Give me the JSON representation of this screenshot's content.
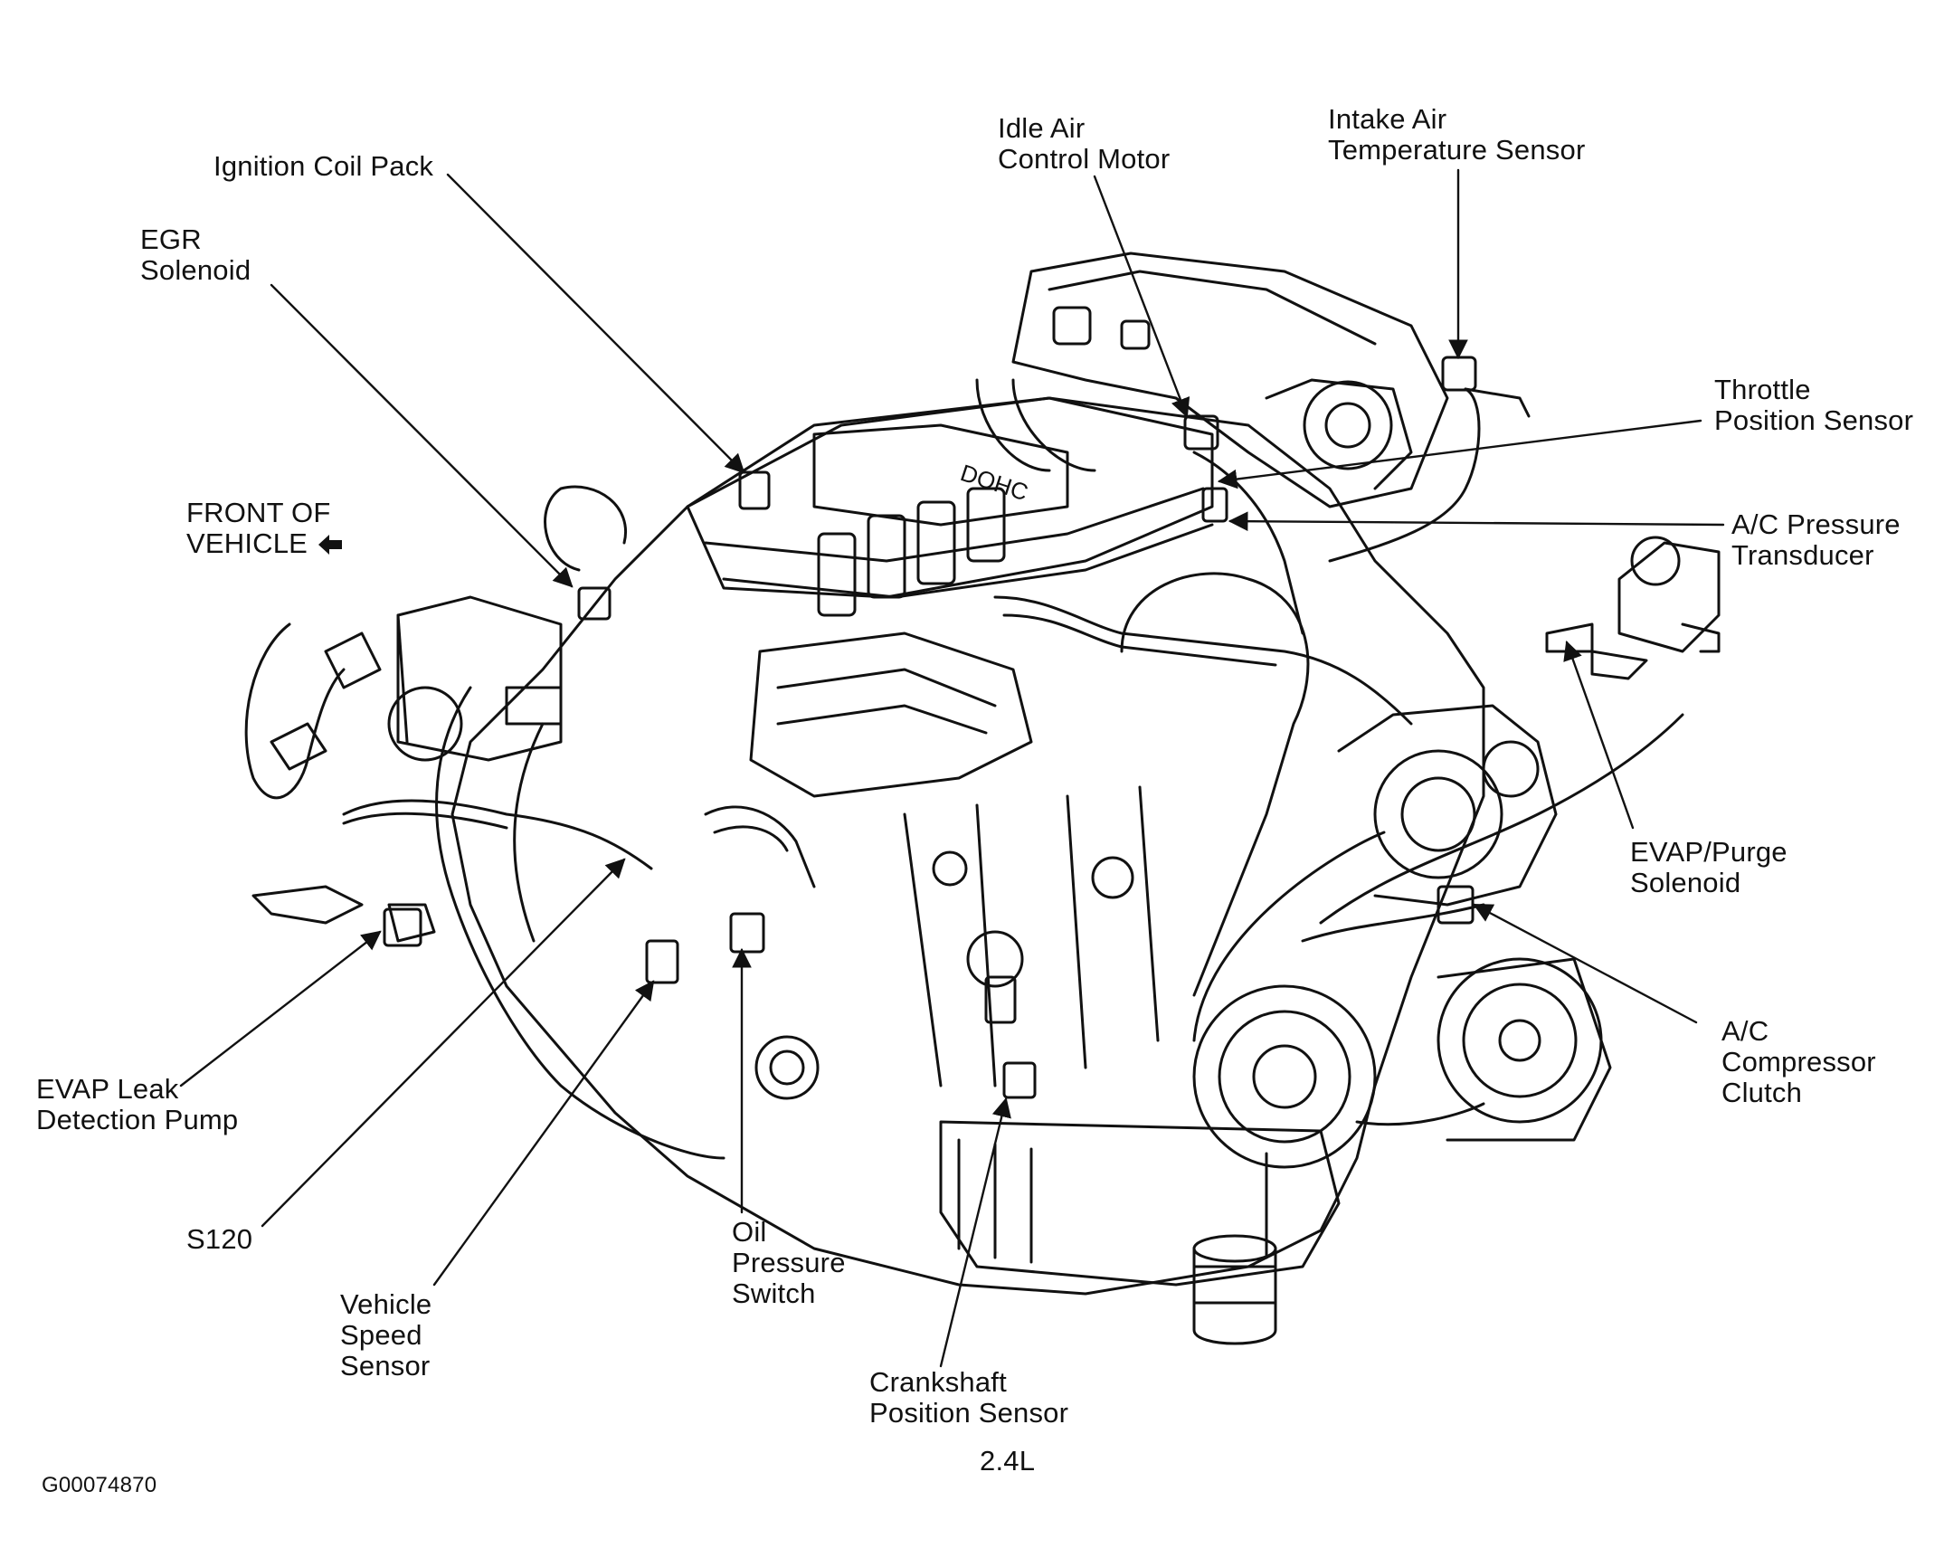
{
  "labels": {
    "ignition_coil_pack": "Ignition Coil Pack",
    "egr_solenoid": "EGR\nSolenoid",
    "front_of_vehicle": "FRONT OF\nVEHICLE",
    "idle_air_control_motor": "Idle Air\nControl Motor",
    "intake_air_temperature_sensor": "Intake Air\nTemperature Sensor",
    "throttle_position_sensor": "Throttle\nPosition Sensor",
    "ac_pressure_transducer": "A/C Pressure\nTransducer",
    "evap_purge_solenoid": "EVAP/Purge\nSolenoid",
    "ac_compressor_clutch": "A/C\nCompressor\nClutch",
    "evap_leak_detection_pump": "EVAP Leak\nDetection Pump",
    "s120": "S120",
    "vehicle_speed_sensor": "Vehicle\nSpeed\nSensor",
    "oil_pressure_switch": "Oil\nPressure\nSwitch",
    "crankshaft_position_sensor": "Crankshaft\nPosition Sensor",
    "engine_size": "2.4L",
    "figure_id": "G00074870"
  },
  "colors": {
    "line": "#111111",
    "background": "#ffffff"
  },
  "icons": {
    "front_arrow": "arrow-left-icon"
  }
}
